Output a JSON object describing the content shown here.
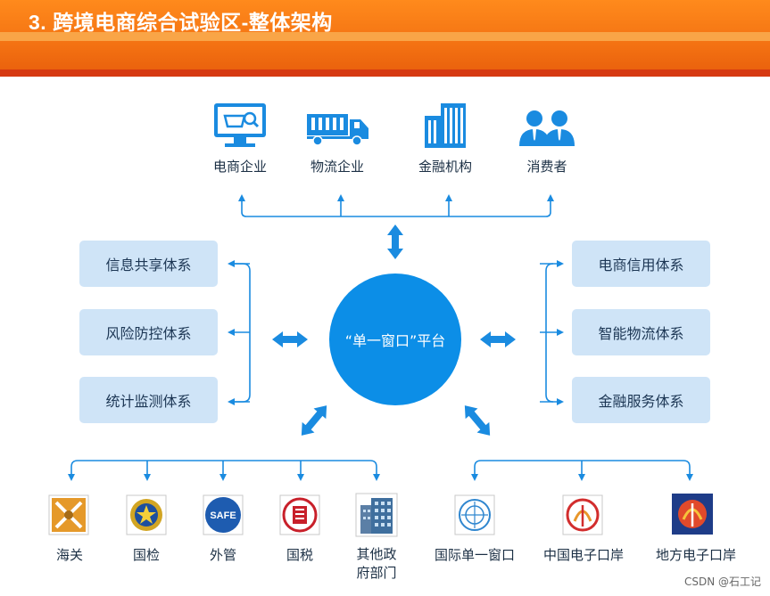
{
  "header": {
    "title": "3. 跨境电商综合试验区-整体架构"
  },
  "top_entities": [
    {
      "label": "电商企业",
      "icon": "ecommerce-computer-icon"
    },
    {
      "label": "物流企业",
      "icon": "truck-icon"
    },
    {
      "label": "金融机构",
      "icon": "buildings-icon"
    },
    {
      "label": "消费者",
      "icon": "people-icon"
    }
  ],
  "left_systems": [
    "信息共享体系",
    "风险防控体系",
    "统计监测体系"
  ],
  "right_systems": [
    "电商信用体系",
    "智能物流体系",
    "金融服务体系"
  ],
  "hub": {
    "label": "“单一窗口”平台"
  },
  "bottom_left": [
    {
      "label": "海关",
      "icon": "customs-emblem-icon"
    },
    {
      "label": "国检",
      "icon": "inspection-emblem-icon"
    },
    {
      "label": "外管",
      "icon": "safe-emblem-icon"
    },
    {
      "label": "国税",
      "icon": "tax-emblem-icon"
    },
    {
      "label": "其他政\n府部门",
      "icon": "government-building-icon"
    }
  ],
  "bottom_right": [
    {
      "label": "国际单一窗口",
      "icon": "un-emblem-icon"
    },
    {
      "label": "中国电子口岸",
      "icon": "china-eport-emblem-icon"
    },
    {
      "label": "地方电子口岸",
      "icon": "local-eport-emblem-icon"
    }
  ],
  "watermark": "CSDN @石工记",
  "colors": {
    "primary_blue": "#0c8ee7",
    "box_bg": "#cfe4f7",
    "header_orange": "#f37112",
    "header_red": "#d63a12"
  }
}
